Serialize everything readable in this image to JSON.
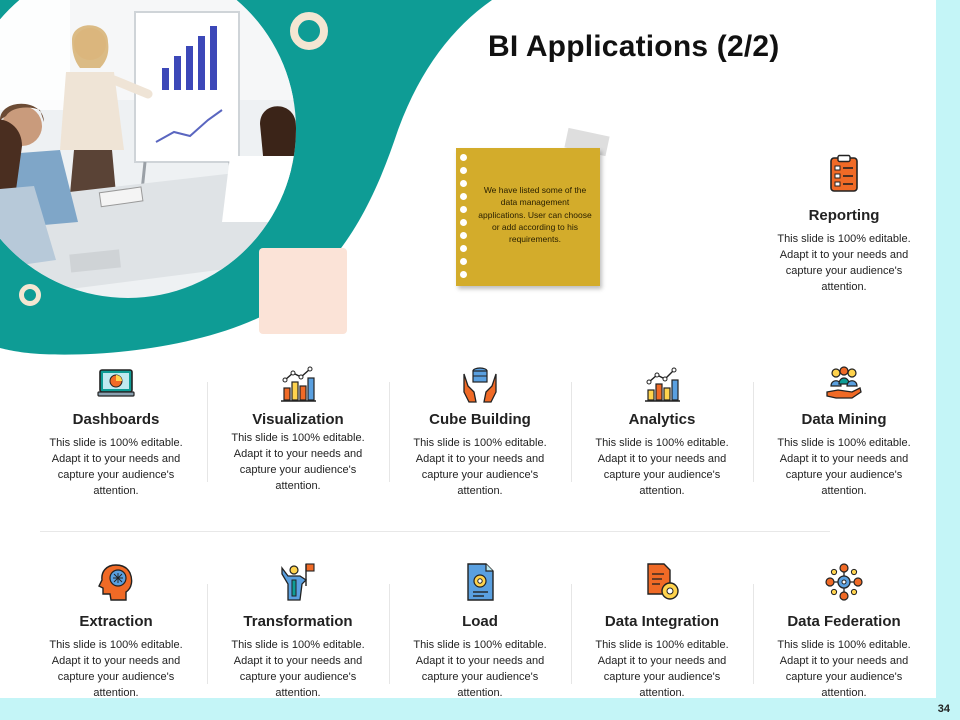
{
  "slide": {
    "title": "BI Applications (2/2)",
    "page_number": "34",
    "note": "We have listed some of the data management applications. User can choose or add according to his requirements.",
    "colors": {
      "teal": "#0e9c95",
      "accent_orange": "#f06a26",
      "note_gold": "#d3ac2b",
      "cyan_strip": "#c4f5f7",
      "peach": "#fbe3d7"
    }
  },
  "items": [
    {
      "label": "Reporting",
      "desc": "This slide is 100% editable. Adapt it to your needs and capture your audience's attention.",
      "icon": "clipboard-list-icon"
    },
    {
      "label": "Dashboards",
      "desc": "This slide is 100% editable. Adapt it to your needs and capture your audience's attention.",
      "icon": "monitor-dashboard-icon"
    },
    {
      "label": "Visualization",
      "desc": "This slide is 100% editable. Adapt it to your needs and capture your audience's attention.",
      "icon": "bar-chart-icon"
    },
    {
      "label": "Cube Building",
      "desc": "This slide is 100% editable. Adapt it to your needs and capture your audience's attention.",
      "icon": "hands-database-icon"
    },
    {
      "label": "Analytics",
      "desc": "This slide is 100% editable. Adapt it to your needs and capture your audience's attention.",
      "icon": "analytics-chart-icon"
    },
    {
      "label": "Data Mining",
      "desc": "This slide is 100% editable. Adapt it to your needs and capture your audience's attention.",
      "icon": "people-hand-icon"
    },
    {
      "label": "Extraction",
      "desc": "This slide is 100% editable. Adapt it to your needs and capture your audience's attention.",
      "icon": "head-brain-icon"
    },
    {
      "label": "Transformation",
      "desc": "This slide is 100% editable. Adapt it to your needs and capture your audience's attention.",
      "icon": "person-flag-icon"
    },
    {
      "label": "Load",
      "desc": "This slide is 100% editable. Adapt it to your needs and capture your audience's attention.",
      "icon": "document-gear-icon"
    },
    {
      "label": "Data Integration",
      "desc": "This slide is 100% editable. Adapt it to your needs and capture your audience's attention.",
      "icon": "file-gear-icon"
    },
    {
      "label": "Data Federation",
      "desc": "This slide is 100% editable. Adapt it to your needs and capture your audience's attention.",
      "icon": "network-gear-icon"
    }
  ]
}
